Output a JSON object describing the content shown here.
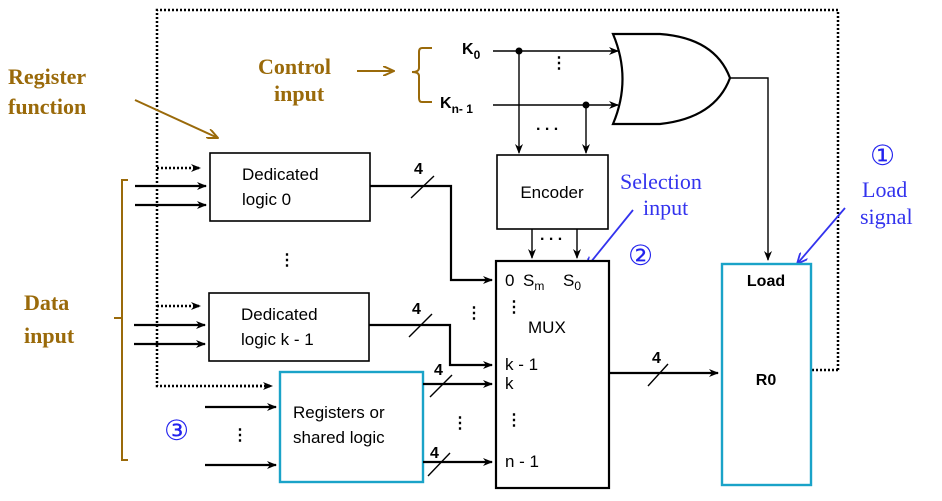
{
  "annotations": {
    "register_function": [
      "Register",
      "function"
    ],
    "control_input": [
      "Control",
      "input"
    ],
    "data_input": [
      "Data",
      "input"
    ],
    "selection_input": [
      "Selection",
      "input"
    ],
    "load_signal": [
      "Load",
      "signal"
    ],
    "marker_1": "①",
    "marker_2": "②",
    "marker_3": "③"
  },
  "control": {
    "k0": "K",
    "k0_sub": "0",
    "kn1": "K",
    "kn1_sub": "n- 1",
    "h_ellipsis": ". . .",
    "v_ellipsis": ":"
  },
  "blocks": {
    "dedicated0": [
      "Dedicated",
      "logic 0"
    ],
    "dedicatedk1": [
      "Dedicated",
      "logic k - 1"
    ],
    "shared": [
      "Registers or",
      "shared logic"
    ],
    "encoder": "Encoder",
    "register": {
      "load": "Load",
      "name": "R0"
    }
  },
  "mux": {
    "title": "MUX",
    "inputs": [
      "0",
      "k - 1",
      "k",
      "n - 1"
    ],
    "select_m": "S",
    "select_m_sub": "m",
    "select_0": "S",
    "select_0_sub": "0"
  },
  "bus_width": "4",
  "colors": {
    "annotation": "#9a6a0a",
    "highlight": "#3333ee",
    "block_accent": "#1aa3c8"
  }
}
